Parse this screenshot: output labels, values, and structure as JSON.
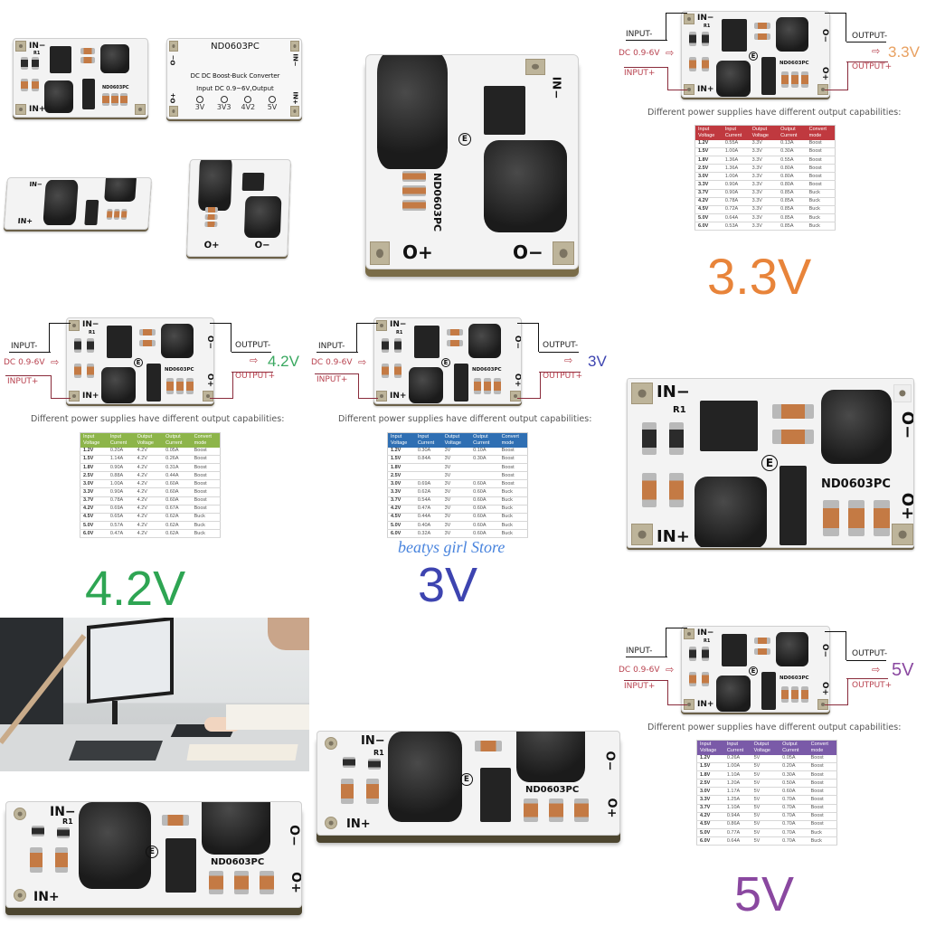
{
  "product": {
    "model": "ND0603PC",
    "board_labels": {
      "in_minus": "IN−",
      "in_plus": "IN+",
      "out_minus": "O−",
      "out_plus": "O+",
      "r1": "R1",
      "e_mark": "E"
    }
  },
  "back_view": {
    "model": "ND0603PC",
    "title": "DC DC Boost-Buck Converter",
    "subtitle": "Input DC 0.9~6V,Output",
    "options": [
      "3V",
      "3V3",
      "4V2",
      "5V"
    ],
    "left_labels": [
      "O−",
      "O+"
    ],
    "right_labels": [
      "IN−",
      "IN+"
    ]
  },
  "diagram_common": {
    "input_minus": "INPUT-",
    "input_plus": "INPUT+",
    "input_range": "DC 0.9-6V",
    "output_minus": "OUTPUT-",
    "output_plus": "OUTPUT+",
    "caption": "Different power supplies have different output capabilities:"
  },
  "table_headers": [
    "Input Voltage",
    "Input Current",
    "Output Voltage",
    "Output Current",
    "Convert mode"
  ],
  "variants": {
    "v33": {
      "label": "3.3V",
      "color": "#e8843a",
      "header_color": "#c0393f",
      "rows": [
        [
          "1.2V",
          "0.55A",
          "3.3V",
          "0.13A",
          "Boost"
        ],
        [
          "1.5V",
          "1.00A",
          "3.3V",
          "0.30A",
          "Boost"
        ],
        [
          "1.8V",
          "1.36A",
          "3.3V",
          "0.55A",
          "Boost"
        ],
        [
          "2.5V",
          "1.36A",
          "3.3V",
          "0.80A",
          "Boost"
        ],
        [
          "3.0V",
          "1.00A",
          "3.3V",
          "0.80A",
          "Boost"
        ],
        [
          "3.3V",
          "0.90A",
          "3.3V",
          "0.80A",
          "Boost"
        ],
        [
          "3.7V",
          "0.90A",
          "3.3V",
          "0.85A",
          "Buck"
        ],
        [
          "4.2V",
          "0.78A",
          "3.3V",
          "0.85A",
          "Buck"
        ],
        [
          "4.5V",
          "0.72A",
          "3.3V",
          "0.85A",
          "Buck"
        ],
        [
          "5.0V",
          "0.64A",
          "3.3V",
          "0.85A",
          "Buck"
        ],
        [
          "6.0V",
          "0.53A",
          "3.3V",
          "0.85A",
          "Buck"
        ]
      ]
    },
    "v42": {
      "label": "4.2V",
      "color": "#2ea553",
      "header_color": "#8db54a",
      "rows": [
        [
          "1.2V",
          "0.20A",
          "4.2V",
          "0.05A",
          "Boost"
        ],
        [
          "1.5V",
          "1.14A",
          "4.2V",
          "0.26A",
          "Boost"
        ],
        [
          "1.8V",
          "0.90A",
          "4.2V",
          "0.31A",
          "Boost"
        ],
        [
          "2.5V",
          "0.88A",
          "4.2V",
          "0.44A",
          "Boost"
        ],
        [
          "3.0V",
          "1.00A",
          "4.2V",
          "0.60A",
          "Boost"
        ],
        [
          "3.3V",
          "0.90A",
          "4.2V",
          "0.60A",
          "Boost"
        ],
        [
          "3.7V",
          "0.78A",
          "4.2V",
          "0.60A",
          "Boost"
        ],
        [
          "4.2V",
          "0.69A",
          "4.2V",
          "0.67A",
          "Boost"
        ],
        [
          "4.5V",
          "0.65A",
          "4.2V",
          "0.62A",
          "Buck"
        ],
        [
          "5.0V",
          "0.57A",
          "4.2V",
          "0.62A",
          "Buck"
        ],
        [
          "6.0V",
          "0.47A",
          "4.2V",
          "0.62A",
          "Buck"
        ]
      ]
    },
    "v3": {
      "label": "3V",
      "color": "#3d44b0",
      "header_color": "#2f6fb3",
      "rows": [
        [
          "1.2V",
          "0.30A",
          "3V",
          "0.10A",
          "Boost"
        ],
        [
          "1.5V",
          "0.84A",
          "3V",
          "0.30A",
          "Boost"
        ],
        [
          "1.8V",
          "",
          "3V",
          "",
          "Boost"
        ],
        [
          "2.5V",
          "",
          "3V",
          "",
          "Boost"
        ],
        [
          "3.0V",
          "0.69A",
          "3V",
          "0.60A",
          "Boost"
        ],
        [
          "3.3V",
          "0.62A",
          "3V",
          "0.60A",
          "Buck"
        ],
        [
          "3.7V",
          "0.54A",
          "3V",
          "0.60A",
          "Buck"
        ],
        [
          "4.2V",
          "0.47A",
          "3V",
          "0.60A",
          "Buck"
        ],
        [
          "4.5V",
          "0.44A",
          "3V",
          "0.60A",
          "Buck"
        ],
        [
          "5.0V",
          "0.40A",
          "3V",
          "0.60A",
          "Buck"
        ],
        [
          "6.0V",
          "0.32A",
          "3V",
          "0.60A",
          "Buck"
        ]
      ]
    },
    "v5": {
      "label": "5V",
      "color": "#8a48a0",
      "header_color": "#7a5aa8",
      "rows": [
        [
          "1.2V",
          "0.26A",
          "5V",
          "0.05A",
          "Boost"
        ],
        [
          "1.5V",
          "1.00A",
          "5V",
          "0.20A",
          "Boost"
        ],
        [
          "1.8V",
          "1.10A",
          "5V",
          "0.30A",
          "Boost"
        ],
        [
          "2.5V",
          "1.20A",
          "5V",
          "0.50A",
          "Boost"
        ],
        [
          "3.0V",
          "1.17A",
          "5V",
          "0.60A",
          "Boost"
        ],
        [
          "3.3V",
          "1.25A",
          "5V",
          "0.70A",
          "Boost"
        ],
        [
          "3.7V",
          "1.10A",
          "5V",
          "0.70A",
          "Boost"
        ],
        [
          "4.2V",
          "0.94A",
          "5V",
          "0.70A",
          "Boost"
        ],
        [
          "4.5V",
          "0.86A",
          "5V",
          "0.70A",
          "Boost"
        ],
        [
          "5.0V",
          "0.77A",
          "5V",
          "0.70A",
          "Buck"
        ],
        [
          "6.0V",
          "0.64A",
          "5V",
          "0.70A",
          "Buck"
        ]
      ]
    }
  },
  "watermark": "beatys girl Store"
}
